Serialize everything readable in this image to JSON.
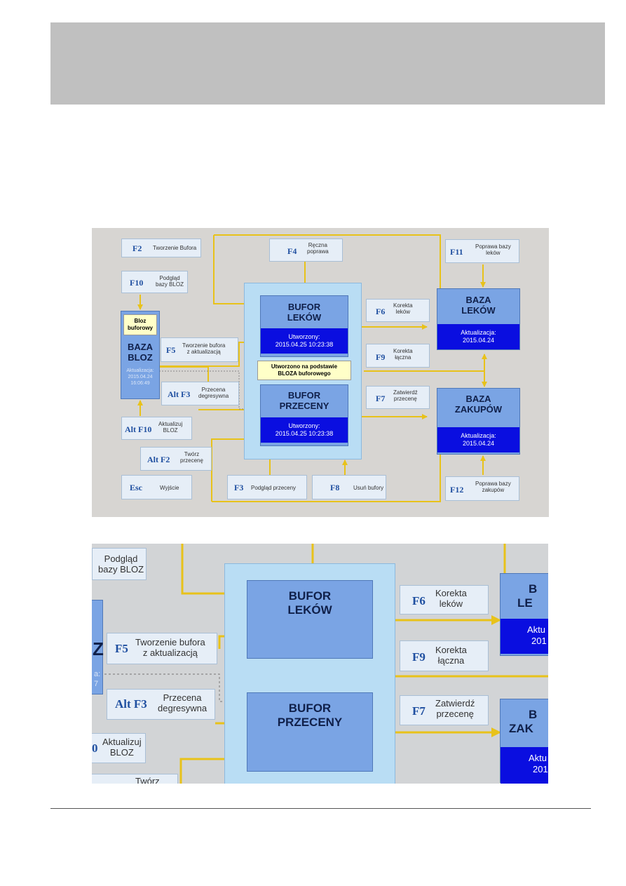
{
  "main": {
    "buffer_leki": {
      "title_l1": "BUFOR",
      "title_l2": "LEKÓW",
      "created_label": "Utworzony:",
      "created_date": "2015.04.25 10:23:38"
    },
    "buffer_przeceny": {
      "title_l1": "BUFOR",
      "title_l2": "PRZECENY",
      "created_label": "Utworzony:",
      "created_date": "2015.04.25 10:23:38"
    },
    "baza_lekow": {
      "title_l1": "BAZA",
      "title_l2": "LEKÓW",
      "updated_label": "Aktualizacja:",
      "updated_date": "2015.04.24"
    },
    "baza_zakupow": {
      "title_l1": "BAZA",
      "title_l2": "ZAKUPÓW",
      "updated_label": "Aktualizacja:",
      "updated_date": "2015.04.24"
    },
    "baza_bloz": {
      "note_l1": "Bloz",
      "note_l2": "buforowy",
      "title_l1": "BAZA",
      "title_l2": "BLOZ",
      "updated_label": "Aktualizacja:",
      "updated_date": "2015.04.24",
      "updated_time": "16:06:49"
    },
    "info_note": {
      "line1": "Utworzono na podstawie",
      "line2": "BLOZA buforowego"
    },
    "keys": {
      "f2": {
        "key": "F2",
        "l1": "Tworzenie Bufora"
      },
      "f10": {
        "key": "F10",
        "l1": "Podgląd",
        "l2": "bazy BLOZ"
      },
      "f5": {
        "key": "F5",
        "l1": "Tworzenie bufora",
        "l2": "z aktualizacją"
      },
      "altf3": {
        "key": "Alt F3",
        "l1": "Przecena",
        "l2": "degresywna"
      },
      "altf10": {
        "key": "Alt F10",
        "l1": "Aktualizuj",
        "l2": "BLOZ"
      },
      "altf2": {
        "key": "Alt F2",
        "l1": "Twórz",
        "l2": "przecenę"
      },
      "esc": {
        "key": "Esc",
        "l1": "Wyjście"
      },
      "f4": {
        "key": "F4",
        "l1": "Ręczna",
        "l2": "poprawa"
      },
      "f3": {
        "key": "F3",
        "l1": "Podgląd przeceny"
      },
      "f8": {
        "key": "F8",
        "l1": "Usuń bufory"
      },
      "f6": {
        "key": "F6",
        "l1": "Korekta",
        "l2": "leków"
      },
      "f9": {
        "key": "F9",
        "l1": "Korekta",
        "l2": "łączna"
      },
      "f7": {
        "key": "F7",
        "l1": "Zatwierdź",
        "l2": "przecenę"
      },
      "f11": {
        "key": "F11",
        "l1": "Poprawa bazy",
        "l2": "leków"
      },
      "f12": {
        "key": "F12",
        "l1": "Poprawa bazy",
        "l2": "zakupów"
      }
    }
  },
  "zoom": {
    "f10": {
      "l1": "Podgląd",
      "l2": "bazy BLOZ"
    },
    "f5": {
      "key": "F5",
      "l1": "Tworzenie bufora",
      "l2": "z aktualizacją"
    },
    "altf3": {
      "key": "Alt F3",
      "l1": "Przecena",
      "l2": "degresywna"
    },
    "altf10": {
      "key": "0",
      "l1": "Aktualizuj",
      "l2": "BLOZ"
    },
    "altf2": {
      "l1": "Twórz"
    },
    "f6": {
      "key": "F6",
      "l1": "Korekta",
      "l2": "leków"
    },
    "f9": {
      "key": "F9",
      "l1": "Korekta",
      "l2": "łączna"
    },
    "f7": {
      "key": "F7",
      "l1": "Zatwierdź",
      "l2": "przecenę"
    },
    "buffer_leki": {
      "title_l1": "BUFOR",
      "title_l2": "LEKÓW"
    },
    "buffer_przeceny": {
      "title_l1": "BUFOR",
      "title_l2": "PRZECENY"
    },
    "baza_lekow_crop": {
      "l1": "B",
      "l2": "LE",
      "sub": "Aktu",
      "sub2": "201"
    },
    "baza_zakupow_crop": {
      "l1": "B",
      "l2": "ZAK",
      "sub": "Aktu",
      "sub2": "201"
    },
    "bloz_crop": {
      "big": "Z",
      "small1": "a:",
      "small2": "7"
    }
  },
  "colors": {
    "wire": "#e8c21a",
    "box": "#7aa4e4",
    "box_dark": "#0a0ee0",
    "panel": "#b9ddf4",
    "key_text": "#1f4fa0"
  }
}
